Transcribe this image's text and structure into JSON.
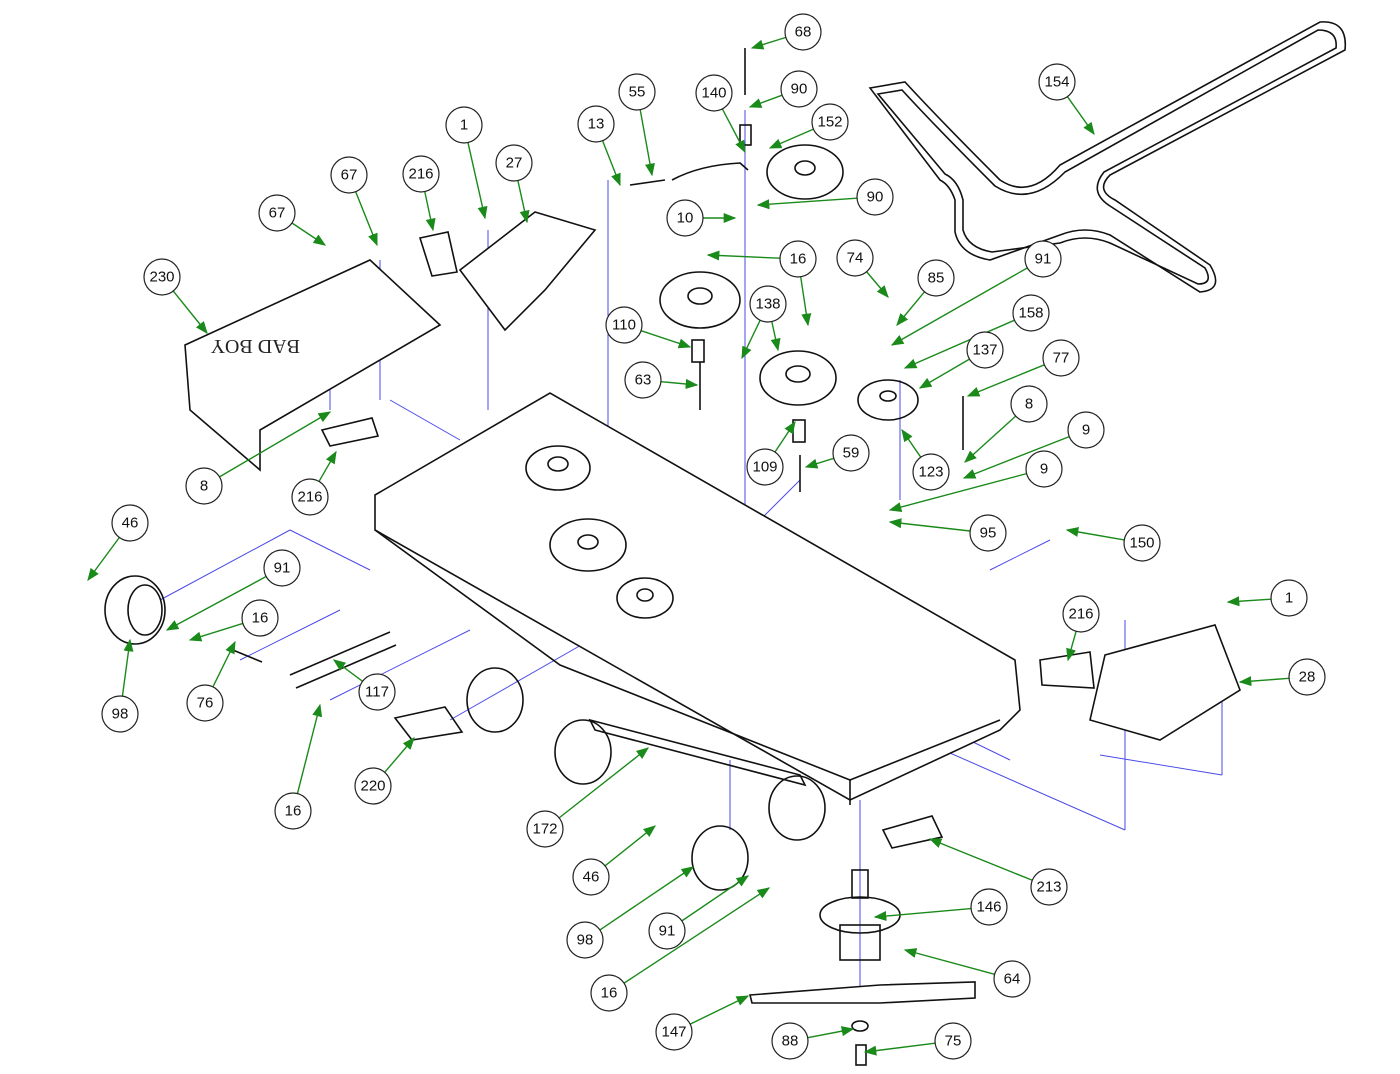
{
  "diagram": {
    "colors": {
      "leader": "#1a8a1a",
      "construction_line": "#4a4ae8",
      "outline": "#111111",
      "callout_circle": "#222222"
    },
    "deck_logo_text": "BAD BOY",
    "callouts": [
      {
        "label": "68"
      },
      {
        "label": "90"
      },
      {
        "label": "140"
      },
      {
        "label": "152"
      },
      {
        "label": "55"
      },
      {
        "label": "13"
      },
      {
        "label": "90"
      },
      {
        "label": "10"
      },
      {
        "label": "16"
      },
      {
        "label": "74"
      },
      {
        "label": "85"
      },
      {
        "label": "91"
      },
      {
        "label": "158"
      },
      {
        "label": "138"
      },
      {
        "label": "110"
      },
      {
        "label": "137"
      },
      {
        "label": "77"
      },
      {
        "label": "63"
      },
      {
        "label": "8"
      },
      {
        "label": "9"
      },
      {
        "label": "109"
      },
      {
        "label": "59"
      },
      {
        "label": "123"
      },
      {
        "label": "9"
      },
      {
        "label": "95"
      },
      {
        "label": "150"
      },
      {
        "label": "1"
      },
      {
        "label": "216"
      },
      {
        "label": "28"
      },
      {
        "label": "154"
      },
      {
        "label": "1"
      },
      {
        "label": "27"
      },
      {
        "label": "216"
      },
      {
        "label": "67"
      },
      {
        "label": "67"
      },
      {
        "label": "230"
      },
      {
        "label": "8"
      },
      {
        "label": "216"
      },
      {
        "label": "46"
      },
      {
        "label": "91"
      },
      {
        "label": "16"
      },
      {
        "label": "98"
      },
      {
        "label": "76"
      },
      {
        "label": "117"
      },
      {
        "label": "16"
      },
      {
        "label": "220"
      },
      {
        "label": "172"
      },
      {
        "label": "46"
      },
      {
        "label": "98"
      },
      {
        "label": "91"
      },
      {
        "label": "16"
      },
      {
        "label": "213"
      },
      {
        "label": "146"
      },
      {
        "label": "64"
      },
      {
        "label": "147"
      },
      {
        "label": "88"
      },
      {
        "label": "75"
      }
    ]
  }
}
